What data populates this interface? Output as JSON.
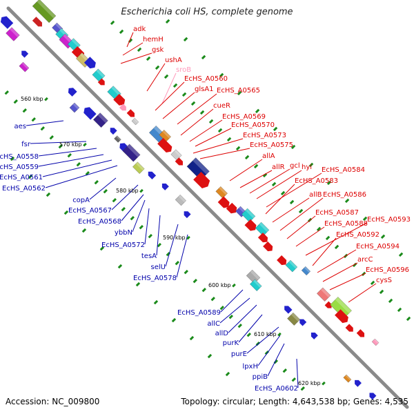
{
  "title": "Escherichia coli HS, complete genome",
  "footer": {
    "accession": "Accession: NC_009800",
    "stats": "Topology: circular; Length: 4,643,538 bp; Genes: 4,535"
  },
  "colors": {
    "backbone": "#8a8a8a",
    "forward_label": "#dd0000",
    "reverse_label": "#0000aa",
    "rna_label": "#ff99bb",
    "tick": "#1a8a1a"
  },
  "ticks": [
    "560 kbp",
    "570 kbp",
    "580 kbp",
    "590 kbp",
    "600 kbp",
    "610 kbp",
    "620 kbp"
  ],
  "forward_labels": [
    "adk",
    "hemH",
    "gsk",
    "ushA",
    "sroB",
    "EcHS_A0560",
    "glsA1",
    "EcHS_A0565",
    "cueR",
    "EcHS_A0569",
    "EcHS_A0570",
    "EcHS_A0573",
    "EcHS_A0575",
    "allA",
    "allR",
    "gcl",
    "hyi",
    "EcHS_A0584",
    "EcHS_A0583",
    "allB",
    "EcHS_A0586",
    "EcHS_A0587",
    "EcHS_A0588",
    "EcHS_A0593",
    "EcHS_A0592",
    "EcHS_A0594",
    "arcC",
    "EcHS_A0596",
    "cysS"
  ],
  "reverse_labels": [
    "aes",
    "fsr",
    "EcHS_A0558",
    "EcHS_A0559",
    "EcHS_A0561",
    "EcHS_A0562",
    "copA",
    "EcHS_A0567",
    "EcHS_A0568",
    "ybbN",
    "EcHS_A0572",
    "tesA",
    "selU",
    "EcHS_A0578",
    "EcHS_A0589",
    "allC",
    "allD",
    "purK",
    "purE",
    "lpxH",
    "ppiB",
    "EcHS_A0602"
  ]
}
